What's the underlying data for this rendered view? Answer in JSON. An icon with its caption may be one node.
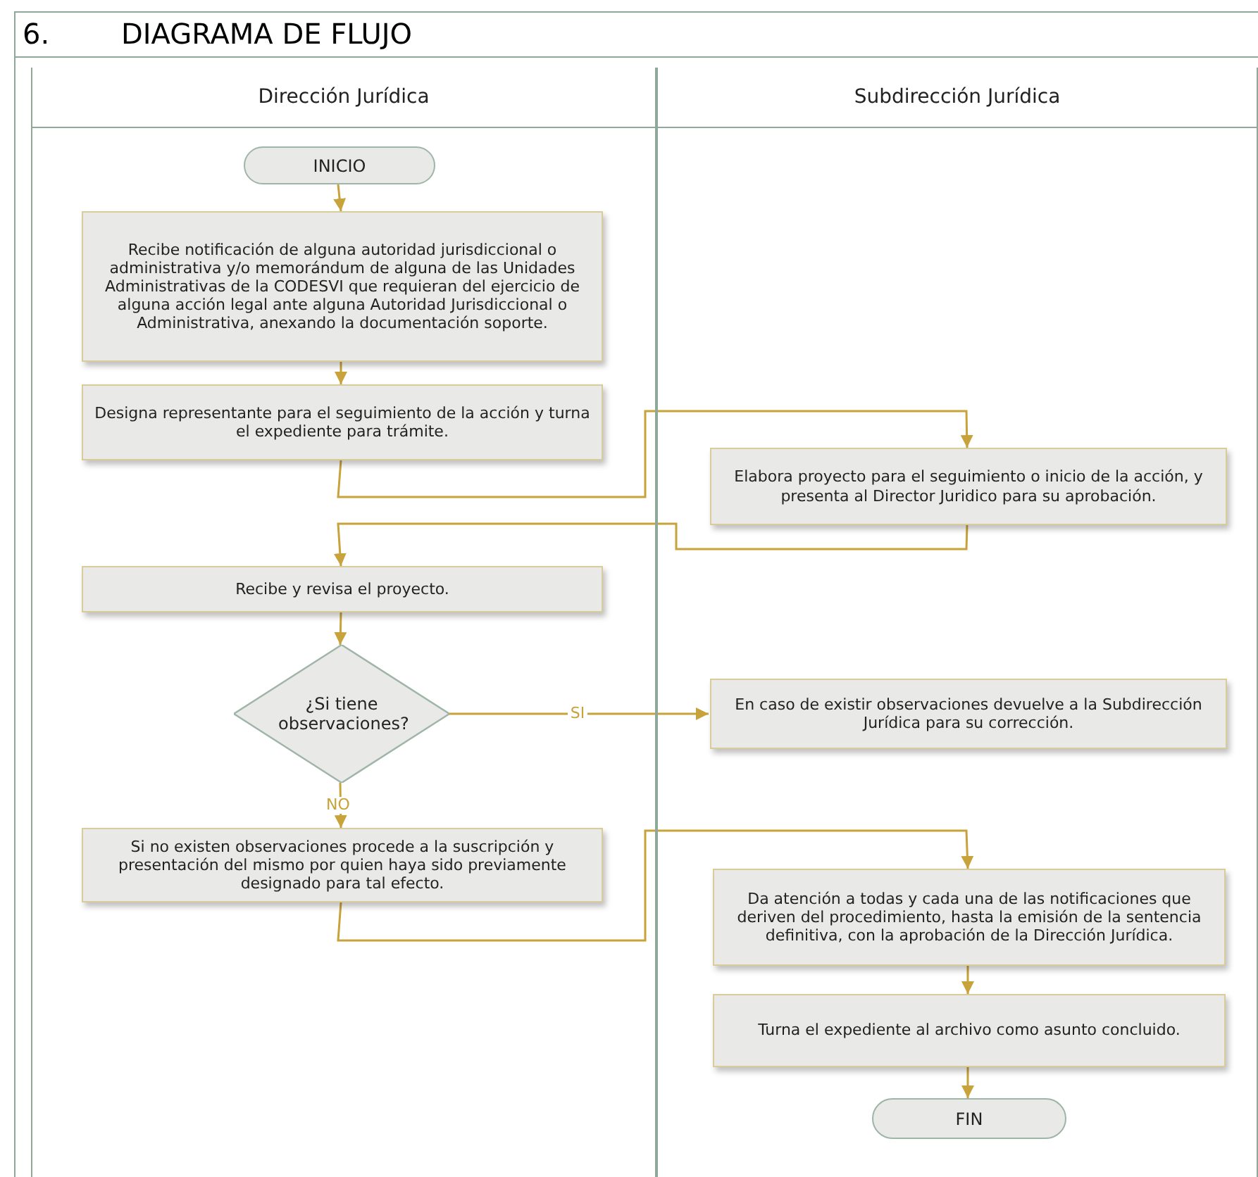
{
  "diagram": {
    "title": "DIAGRAMA DE FLUJO",
    "nodes": [
      {
        "text": [
          "Dirección Jurídica"
        ]
      },
      {
        "text": [
          "Subdirección Jurídica"
        ]
      },
      {
        "text": [
          "INICIO"
        ],
        "in": 0
      },
      {
        "text": [
          "Recibe notificación de alguna autoridad jurisdiccional o administrativa y/o memorándum de alguna de las Unidades Administrativas de la CODESVI que requieran del ejercicio de alguna acción legal ante alguna Autoridad Jurisdiccional o Administrativa, anexando la documentación soporte."
        ],
        "in": 0
      },
      {
        "text": [
          "Designa representante para el seguimiento de la acción y turna el expediente para trámite."
        ],
        "in": 0
      },
      {
        "text": [
          "Elabora proyecto para el seguimiento o inicio de la acción, y presenta al Director Juridico para su aprobación."
        ],
        "in": 1
      },
      {
        "text": [
          "Recibe y revisa el proyecto."
        ],
        "in": 0
      },
      {
        "text": [
          "¿Si tiene observaciones?"
        ],
        "in": 0
      },
      {
        "text": [
          "En caso de existir observaciones devuelve a la Subdirección Jurídica para su corrección."
        ],
        "in": 1
      },
      {
        "text": [
          "Si no existen observaciones procede a la suscripción y presentación del mismo por quien haya sido previamente designado para tal efecto."
        ],
        "in": 0
      },
      {
        "text": [
          "Da atención a todas y cada una de las notificaciones que deriven del procedimiento, hasta la emisión de la sentencia definitiva, con la aprobación de la Dirección Jurídica."
        ],
        "in": 1
      },
      {
        "text": [
          "Turna el expediente al archivo como asunto concluido."
        ],
        "in": 1
      },
      {
        "text": [
          "FIN"
        ],
        "in": 1
      }
    ],
    "edges": [
      {
        "from": 2,
        "to": 3,
        "arrow": "to"
      },
      {
        "from": 3,
        "to": 4,
        "arrow": "to"
      },
      {
        "from": 4,
        "to": 5,
        "arrow": "to"
      },
      {
        "from": 5,
        "to": 6,
        "arrow": "to"
      },
      {
        "from": 6,
        "to": 7,
        "arrow": "to"
      },
      {
        "from": 7,
        "to": 8,
        "arrow": "to",
        "label": "SI"
      },
      {
        "from": 7,
        "to": 9,
        "arrow": "to",
        "label": "NO"
      },
      {
        "from": 9,
        "to": 10,
        "arrow": "to"
      },
      {
        "from": 10,
        "to": 11,
        "arrow": "to"
      },
      {
        "from": 11,
        "to": 12,
        "arrow": "to"
      }
    ],
    "labels": [
      "6."
    ]
  }
}
